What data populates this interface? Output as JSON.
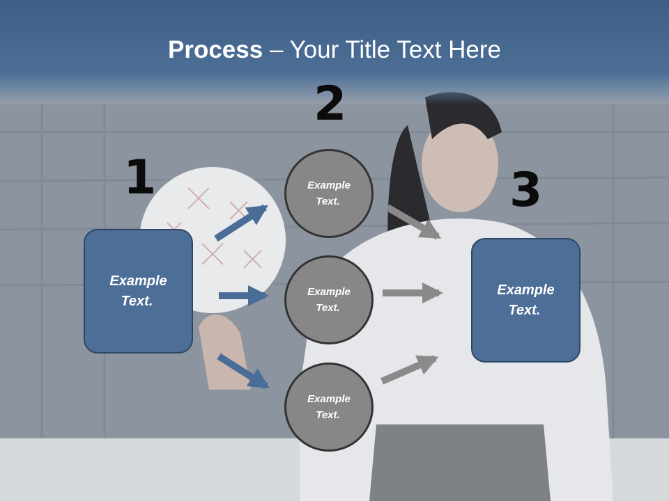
{
  "title": {
    "bold": "Process",
    "rest": " – Your Title Text Here"
  },
  "steps": {
    "one": "1",
    "two": "2",
    "three": "3"
  },
  "left_box": {
    "line1": "Example",
    "line2": "Text."
  },
  "circles": [
    {
      "line1": "Example",
      "line2": "Text."
    },
    {
      "line1": "Example",
      "line2": "Text."
    },
    {
      "line1": "Example",
      "line2": "Text."
    }
  ],
  "right_box": {
    "line1": "Example",
    "line2": "Text."
  },
  "colors": {
    "title_band": "#4d6f96",
    "box_fill": "#4d6e96",
    "circle_fill": "#878787",
    "blue_arrow": "#4a6d97",
    "gray_arrow": "#8a8a8a"
  }
}
